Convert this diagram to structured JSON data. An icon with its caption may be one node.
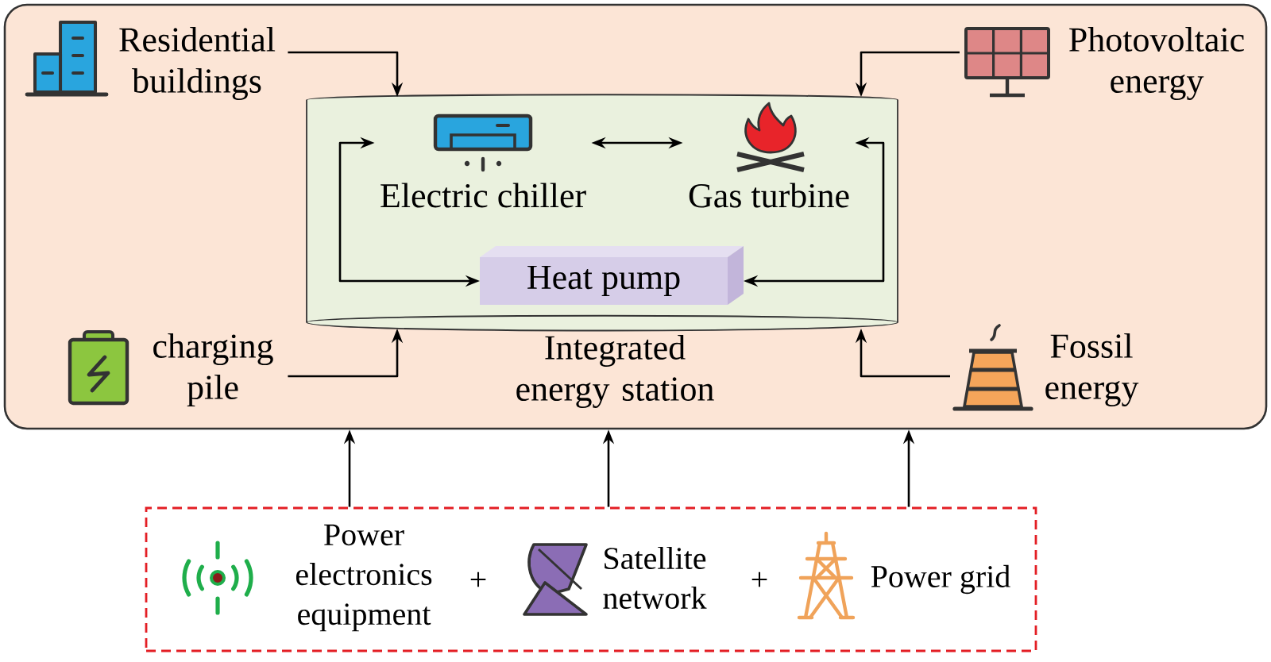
{
  "diagram": {
    "nodes": [
      {
        "text": [],
        "shape": "box"
      },
      {
        "text": [
          "Residential buildings"
        ],
        "in": 0
      },
      {
        "text": [
          "Photovoltaic energy"
        ],
        "in": 0
      },
      {
        "text": [
          "Integrated energy station"
        ],
        "in": 0
      },
      {
        "text": [
          "Electric chiller"
        ],
        "in": 3
      },
      {
        "text": [
          "Gas turbine"
        ],
        "in": 3
      },
      {
        "text": [
          "Heat pump"
        ],
        "in": 3
      },
      {
        "text": [
          "charging pile"
        ],
        "in": 0
      },
      {
        "text": [
          "Fossil energy"
        ],
        "in": 0
      },
      {
        "text": [],
        "shape": "box"
      },
      {
        "text": [
          "Power electronics equipment"
        ],
        "in": 9
      },
      {
        "text": [
          "Satellite network"
        ],
        "in": 9
      },
      {
        "text": [
          "Power grid"
        ],
        "in": 9
      }
    ],
    "edges": [
      {
        "from": 1,
        "to": 3,
        "arrow": "to"
      },
      {
        "from": 2,
        "to": 3,
        "arrow": "to"
      },
      {
        "from": 7,
        "to": 3,
        "arrow": "to"
      },
      {
        "from": 8,
        "to": 3,
        "arrow": "to"
      },
      {
        "from": 4,
        "to": 5,
        "arrow": "both"
      },
      {
        "from": 4,
        "to": 6,
        "arrow": "both"
      },
      {
        "from": 5,
        "to": 6,
        "arrow": "both"
      },
      {
        "from": 9,
        "to": 0,
        "arrow": "to"
      },
      {
        "from": 9,
        "to": 0,
        "arrow": "to"
      },
      {
        "from": 9,
        "to": 0,
        "arrow": "to"
      }
    ],
    "labels": [
      "+",
      "+"
    ]
  }
}
